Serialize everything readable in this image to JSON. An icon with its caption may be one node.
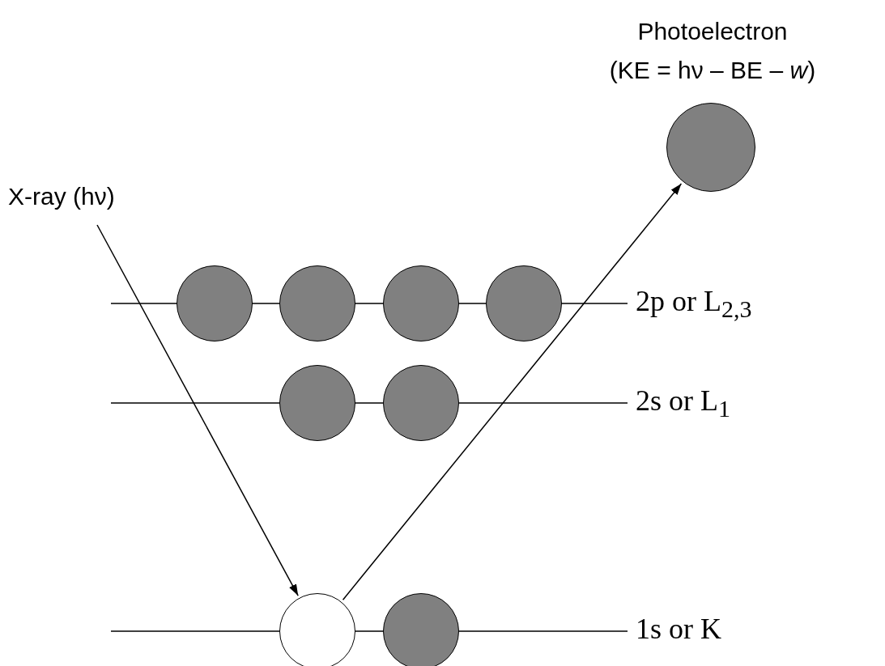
{
  "diagram": {
    "nodes": [
      {
        "text": [
          "Photoelectron",
          "(KE = hν – BE – *w*)"
        ]
      },
      {
        "text": [
          "X-ray (hν)"
        ]
      },
      {
        "text": [],
        "shape": "circle"
      },
      {
        "text": [],
        "shape": "circle"
      },
      {
        "text": [],
        "shape": "circle"
      },
      {
        "text": [],
        "shape": "circle"
      },
      {
        "text": [],
        "shape": "circle"
      },
      {
        "text": [],
        "shape": "circle"
      },
      {
        "text": [],
        "shape": "circle"
      },
      {
        "text": [],
        "shape": "circle"
      }
    ],
    "edges": [
      {
        "from": 1,
        "to": 8,
        "arrow": "to"
      },
      {
        "from": 8,
        "to": 0,
        "arrow": "to"
      }
    ],
    "labels": [
      "2p or L$_{2,3}$",
      "2s or L$_{1}$",
      "1s or K"
    ]
  }
}
